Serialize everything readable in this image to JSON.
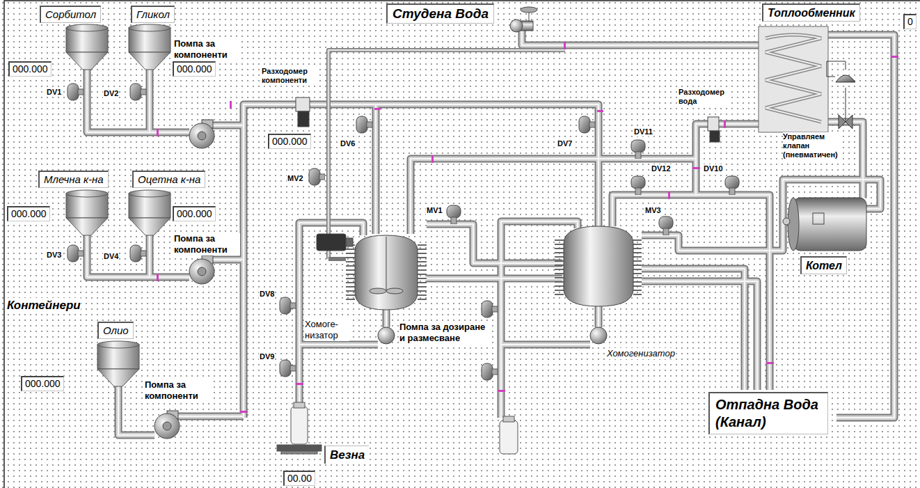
{
  "diagram": {
    "nodes": [
      {
        "text": [
          "Сорбитол"
        ]
      },
      {
        "text": [
          "Гликол"
        ]
      },
      {
        "text": [
          "Студена Вода"
        ]
      },
      {
        "text": [
          "Топлообменник"
        ]
      },
      {
        "text": [
          "0"
        ]
      },
      {
        "text": [
          "000.000"
        ]
      },
      {
        "text": [
          "000.000"
        ]
      },
      {
        "text": [
          "000.000"
        ]
      },
      {
        "text": [
          "Млечна к-на"
        ]
      },
      {
        "text": [
          "Оцетна к-на"
        ]
      },
      {
        "text": [
          "000.000"
        ]
      },
      {
        "text": [
          "000.000"
        ]
      },
      {
        "text": [
          "Котел"
        ]
      },
      {
        "text": [
          "Олио"
        ]
      },
      {
        "text": [
          "000.000"
        ]
      },
      {
        "text": [
          "Отпадна Вода (Канал)"
        ]
      },
      {
        "text": [
          "Везна"
        ]
      },
      {
        "text": [
          "00.00"
        ]
      }
    ],
    "labels": [
      "DV1",
      "DV2",
      "Помпа за компоненти",
      "Разходомер компоненти",
      "Разходомер вода",
      "DV6",
      "DV7",
      "DV11",
      "Управляем клапан (пневматичен)",
      "MV2",
      "DV12",
      "DV10",
      "MV1",
      "MV3",
      "DV3",
      "DV4",
      "Помпа за компоненти",
      "Контейнери",
      "DV8",
      "Хомоге- низатор",
      "Помпа за дозиране и размесване",
      "Хомогенизатор",
      "DV9",
      "Помпа за компоненти"
    ]
  }
}
